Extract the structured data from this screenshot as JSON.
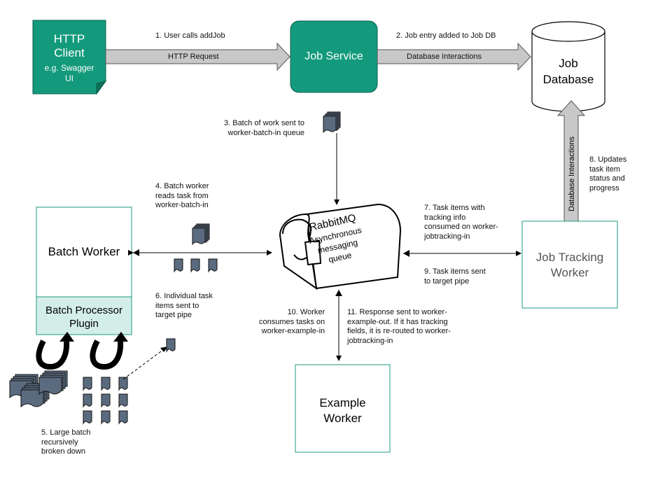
{
  "colors": {
    "accent": "#139a7c",
    "box_border": "#1a9a80",
    "plugin_fill": "#d3ede8",
    "doc_fill": "#5b6b7f",
    "arrow_fill": "#c8c8c8"
  },
  "http_client": {
    "title_line1": "HTTP",
    "title_line2": "Client",
    "sub_line1": "e.g. Swagger",
    "sub_line2": "UI"
  },
  "job_service": {
    "title": "Job Service"
  },
  "job_database": {
    "title_line1": "Job",
    "title_line2": "Database"
  },
  "batch_worker": {
    "title": "Batch Worker",
    "plugin_line1": "Batch Processor",
    "plugin_line2": "Plugin"
  },
  "rabbitmq": {
    "title": "RabbitMQ",
    "line1": "Asynchronous",
    "line2": "messaging",
    "line3": "queue"
  },
  "job_tracking_worker": {
    "title_line1": "Job Tracking",
    "title_line2": "Worker"
  },
  "example_worker": {
    "title_line1": "Example",
    "title_line2": "Worker"
  },
  "arrows": {
    "http_request": "HTTP Request",
    "database_interactions": "Database Interactions",
    "database_interactions_vertical": "Database Interactions"
  },
  "steps": {
    "s1": [
      "1. User calls addJob"
    ],
    "s2": [
      "2. Job entry added to Job DB"
    ],
    "s3": [
      "3. Batch of work sent to",
      "worker-batch-in queue"
    ],
    "s4": [
      "4. Batch worker",
      "reads task from",
      "worker-batch-in"
    ],
    "s5": [
      "5. Large batch",
      "recursively",
      "broken down"
    ],
    "s6": [
      "6. Individual task",
      "items sent to",
      "target pipe"
    ],
    "s7": [
      "7. Task items with",
      "tracking info",
      "consumed on worker-",
      "jobtracking-in"
    ],
    "s8": [
      "8. Updates",
      "task item",
      "status and",
      "progress"
    ],
    "s9": [
      "9. Task items sent",
      "to target pipe"
    ],
    "s10": [
      "10. Worker",
      "consumes tasks on",
      "worker-example-in"
    ],
    "s11": [
      "11. Response sent to worker-",
      "example-out. If it has tracking",
      "fields, it is re-routed to worker-",
      "jobtracking-in"
    ]
  }
}
